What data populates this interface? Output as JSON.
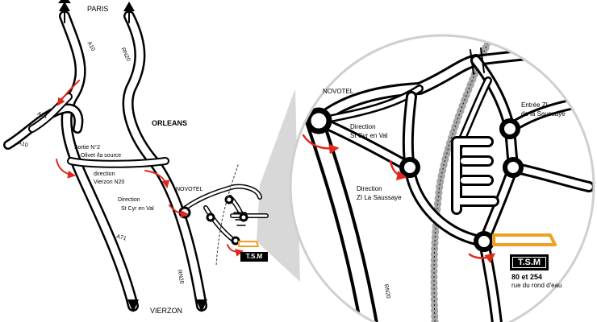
{
  "cities": {
    "north": "PARIS",
    "south": "VIERZON",
    "center": "ORLEANS"
  },
  "roads": {
    "a10_north": "A10",
    "a10_west": "A10",
    "a71_west": "A71",
    "a71_south": "A71",
    "rn20_north": "RN20",
    "rn20_south": "RN20",
    "rn20_detail": "RN20"
  },
  "overview": {
    "sortie": "Sortie N°2",
    "sortie_sub": "Olivet /la source",
    "direction_vierzon": "direction",
    "direction_vierzon_sub": "Vierzon N20",
    "direction_stcyr": "Direction",
    "direction_stcyr_sub": "St Cyr en Val",
    "novotel": "NOVOTEL",
    "company": "T.S.M"
  },
  "detail": {
    "novotel": "NOVOTEL",
    "direction_stcyr": "Direction",
    "direction_stcyr_sub": "St Cyr en Val",
    "direction_zi": "Direction",
    "direction_zi_sub": "ZI La Saussaye",
    "entree_zi": "Entrée ZI",
    "entree_zi_sub": "de la Saussaye",
    "company": "T.S.M",
    "address_numbers": "80 et 254",
    "address_street": "rue du rond d'eau"
  },
  "colors": {
    "road": "#000000",
    "arrow": "#e0281e",
    "company_site": "#f0a020",
    "magnifier": "#cccccc"
  }
}
